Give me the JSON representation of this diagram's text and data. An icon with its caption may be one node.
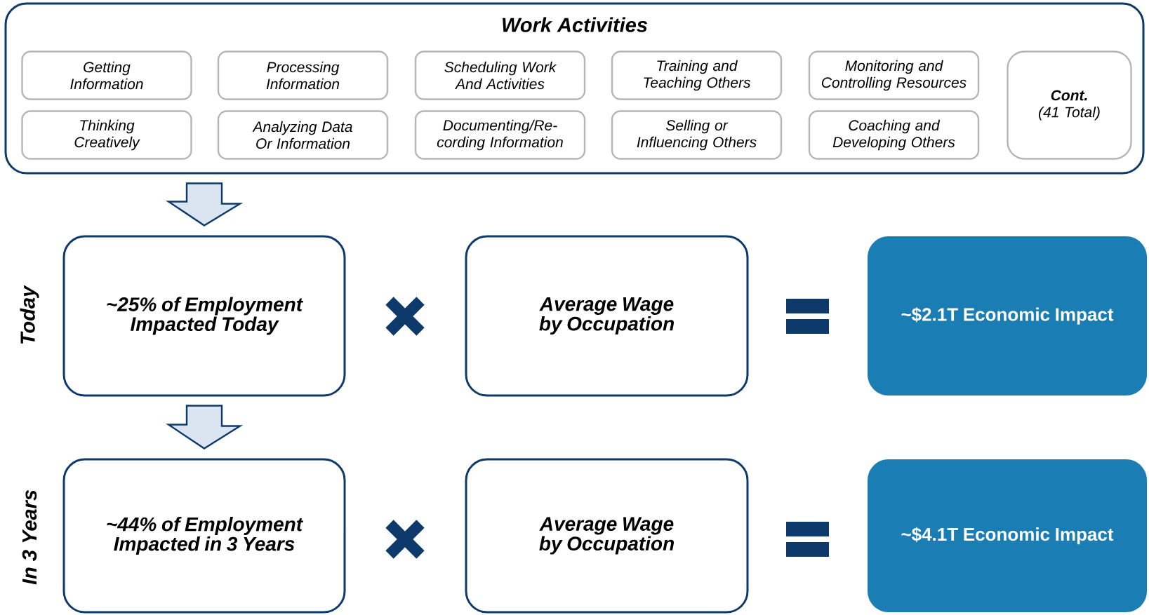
{
  "diagram": {
    "nodes": [
      {
        "text": [
          "Work Activities"
        ]
      },
      {
        "text": [
          "Getting Information"
        ],
        "in": 0
      },
      {
        "text": [
          "Processing Information"
        ],
        "in": 0
      },
      {
        "text": [
          "Scheduling Work And Activities"
        ],
        "in": 0
      },
      {
        "text": [
          "Training and Teaching Others"
        ],
        "in": 0
      },
      {
        "text": [
          "Monitoring and Controlling Resources"
        ],
        "in": 0
      },
      {
        "text": [
          "Thinking Creatively"
        ],
        "in": 0
      },
      {
        "text": [
          "Analyzing Data Or Information"
        ],
        "in": 0
      },
      {
        "text": [
          "Documenting/Re-cording Information"
        ],
        "in": 0
      },
      {
        "text": [
          "Selling or Influencing Others"
        ],
        "in": 0
      },
      {
        "text": [
          "Coaching and Developing Others"
        ],
        "in": 0
      },
      {
        "text": [
          "Cont.",
          "(41 Total)"
        ],
        "in": 0
      },
      {
        "text": [
          "~25% of Employment Impacted Today"
        ]
      },
      {
        "text": [
          "Average Wage by Occupation"
        ]
      },
      {
        "text": [
          "~$2.1T Economic Impact"
        ]
      },
      {
        "text": [
          "~44% of Employment Impacted in 3 Years"
        ]
      },
      {
        "text": [
          "Average Wage by Occupation"
        ]
      },
      {
        "text": [
          "~$4.1T Economic Impact"
        ]
      }
    ],
    "edges": [
      {
        "from": 0,
        "to": 12,
        "arrow": "to"
      },
      {
        "from": 12,
        "to": 15,
        "arrow": "to"
      }
    ],
    "labels": [
      "Today",
      "In 3 Years"
    ]
  }
}
